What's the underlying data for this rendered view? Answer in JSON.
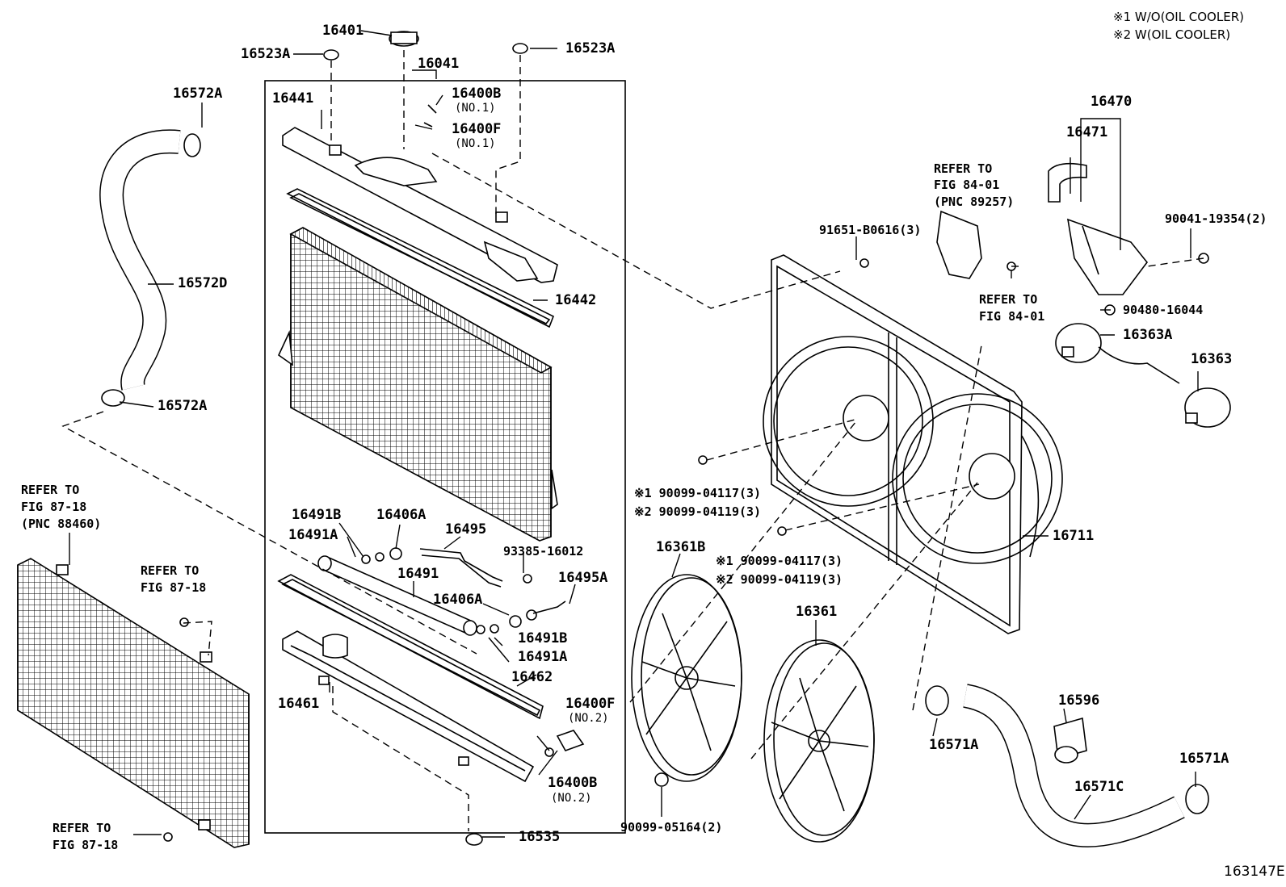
{
  "notes": {
    "note1": "※1  W/O(OIL COOLER)",
    "note2": "※2  W(OIL COOLER)"
  },
  "figure_id": "163147E",
  "parts": {
    "p16401": "16401",
    "p16523A_l": "16523A",
    "p16523A_r": "16523A",
    "p16041": "16041",
    "p16441": "16441",
    "p16400B_t": "16400B",
    "no1_a": "(NO.1)",
    "p16400F_t": "16400F",
    "no1_b": "(NO.1)",
    "p16572A_t": "16572A",
    "p16572D": "16572D",
    "p16572A_b": "16572A",
    "p16442": "16442",
    "p16491B_l": "16491B",
    "p16406A_t": "16406A",
    "p16491A_l": "16491A",
    "p16495": "16495",
    "p93385": "93385-16012",
    "p16491": "16491",
    "p16495A": "16495A",
    "p16406A_b": "16406A",
    "p16491B_r": "16491B",
    "p16491A_r": "16491A",
    "p16462": "16462",
    "p16461": "16461",
    "p16400F_b": "16400F",
    "no2_a": "(NO.2)",
    "p16400B_b": "16400B",
    "no2_b": "(NO.2)",
    "p16535": "16535",
    "p16470": "16470",
    "p16471": "16471",
    "p90041": "90041-19354(2)",
    "p91651": "91651-B0616(3)",
    "p90480": "90480-16044",
    "p16363A": "16363A",
    "p16363": "16363",
    "f1_a": "※1 90099-04117(3)",
    "f2_a": "※2 90099-04119(3)",
    "p16361B": "16361B",
    "f1_b": "※1 90099-04117(3)",
    "f2_b": "※2 90099-04119(3)",
    "p16711": "16711",
    "p16361": "16361",
    "p90099_05164": "90099-05164(2)",
    "p16596": "16596",
    "p16571A_l": "16571A",
    "p16571A_r": "16571A",
    "p16571C": "16571C"
  },
  "refs": {
    "r1_a": "REFER TO",
    "r1_b": "FIG 84-01",
    "r1_c": "(PNC 89257)",
    "r2_a": "REFER TO",
    "r2_b": "FIG 84-01",
    "r3_a": "REFER TO",
    "r3_b": "FIG 87-18",
    "r3_c": "(PNC 88460)",
    "r4_a": "REFER TO",
    "r4_b": "FIG 87-18",
    "r5_a": "REFER TO",
    "r5_b": "FIG 87-18"
  }
}
